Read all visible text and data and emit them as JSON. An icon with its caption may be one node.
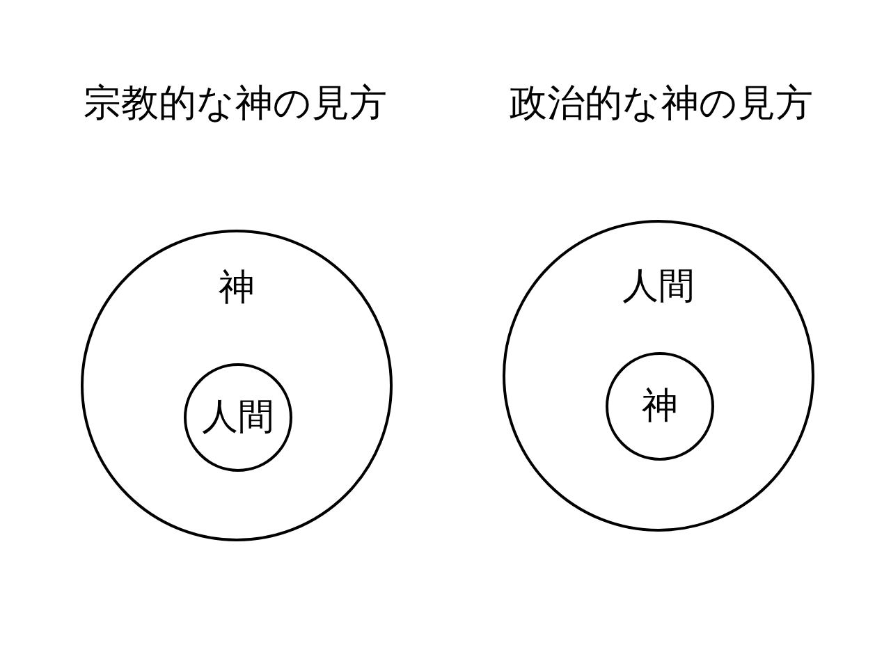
{
  "diagram": {
    "nodes": [
      {
        "text": [
          "神"
        ]
      },
      {
        "text": [
          "人間"
        ],
        "in": 0
      },
      {
        "text": [
          "人間"
        ]
      },
      {
        "text": [
          "神"
        ],
        "in": 2
      }
    ],
    "labels": [
      "宗教的な神の見方",
      "政治的な神の見方"
    ]
  }
}
